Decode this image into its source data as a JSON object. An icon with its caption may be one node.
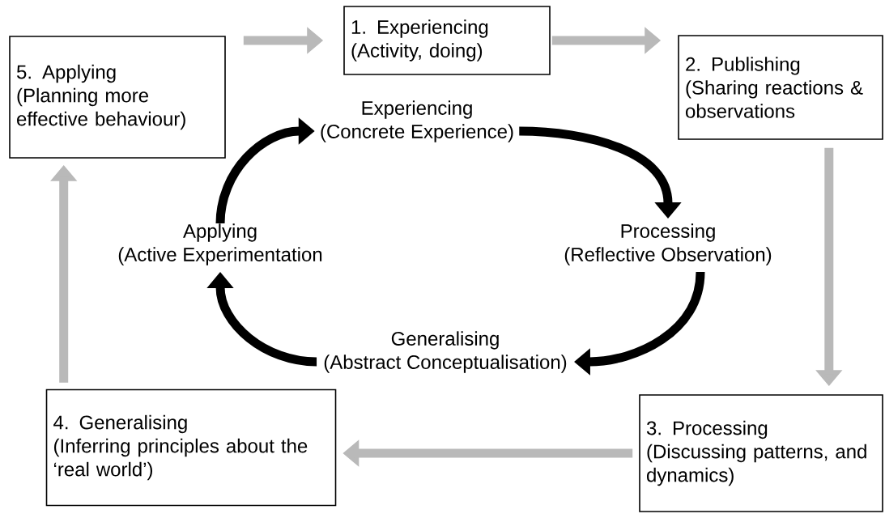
{
  "diagram": {
    "nodes": [
      {
        "text": [
          "1. Experiencing",
          "(Activity, doing)"
        ]
      },
      {
        "text": [
          "2. Publishing",
          "(Sharing reactions & observations"
        ]
      },
      {
        "text": [
          "3. Processing",
          "(Discussing patterns, and dynamics)"
        ]
      },
      {
        "text": [
          "4. Generalising",
          "(Inferring principles about the ‘real world’)"
        ]
      },
      {
        "text": [
          "5. Applying",
          "(Planning more effective behaviour)"
        ]
      },
      {
        "text": [
          "Experiencing",
          "(Concrete Experience)"
        ]
      },
      {
        "text": [
          "Processing",
          "(Reflective Observation)"
        ]
      },
      {
        "text": [
          "Generalising",
          "(Abstract Conceptualisation)"
        ]
      },
      {
        "text": [
          "Applying",
          "(Active Experimentation"
        ]
      }
    ],
    "edges": [
      {
        "from": 4,
        "to": 0,
        "arrow": "to"
      },
      {
        "from": 0,
        "to": 1,
        "arrow": "to"
      },
      {
        "from": 1,
        "to": 2,
        "arrow": "to"
      },
      {
        "from": 2,
        "to": 3,
        "arrow": "to"
      },
      {
        "from": 3,
        "to": 4,
        "arrow": "to"
      },
      {
        "from": 8,
        "to": 5,
        "arrow": "to",
        "color": "#000000"
      },
      {
        "from": 5,
        "to": 6,
        "arrow": "to",
        "color": "#000000"
      },
      {
        "from": 6,
        "to": 7,
        "arrow": "to",
        "color": "#000000"
      },
      {
        "from": 7,
        "to": 8,
        "arrow": "to",
        "color": "#000000"
      }
    ]
  }
}
